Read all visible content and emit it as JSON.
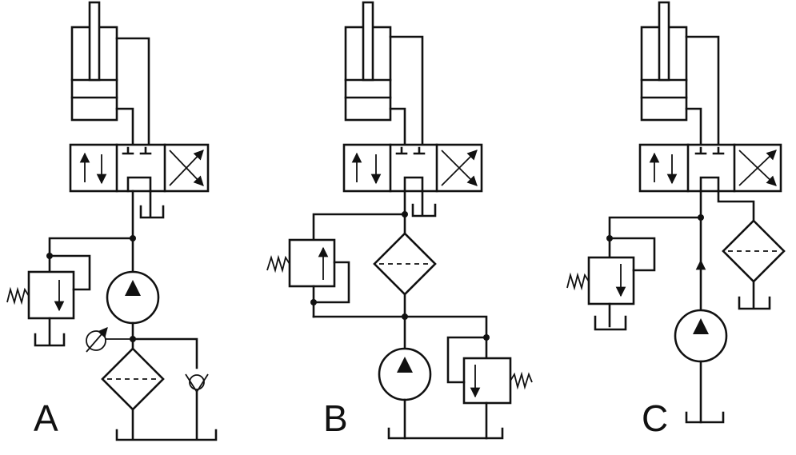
{
  "circuits": [
    {
      "label": "A"
    },
    {
      "label": "B"
    },
    {
      "label": "C"
    }
  ]
}
